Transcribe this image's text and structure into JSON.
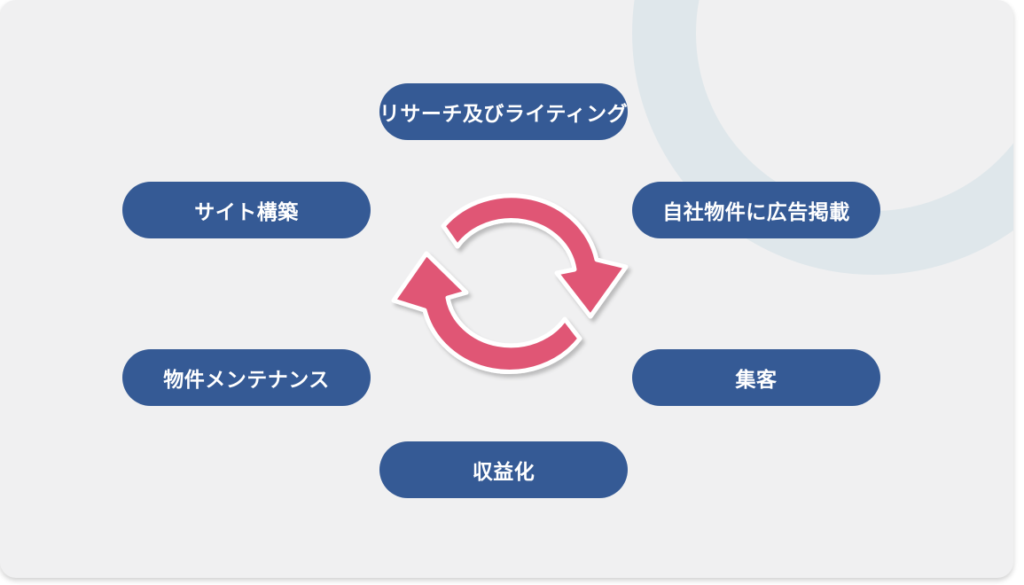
{
  "diagram": {
    "steps": {
      "research": "リサーチ及びライティング",
      "site_build": "サイト構築",
      "ad_listing": "自社物件に広告掲載",
      "maintenance": "物件メンテナンス",
      "customer_acquisition": "集客",
      "monetization": "収益化"
    }
  },
  "colors": {
    "pill": "#355a95",
    "arrow": "#e05675",
    "background": "#f0f0f1",
    "ring": "#dfe7eb"
  },
  "icons": {
    "center": "cycle-arrows-icon"
  }
}
